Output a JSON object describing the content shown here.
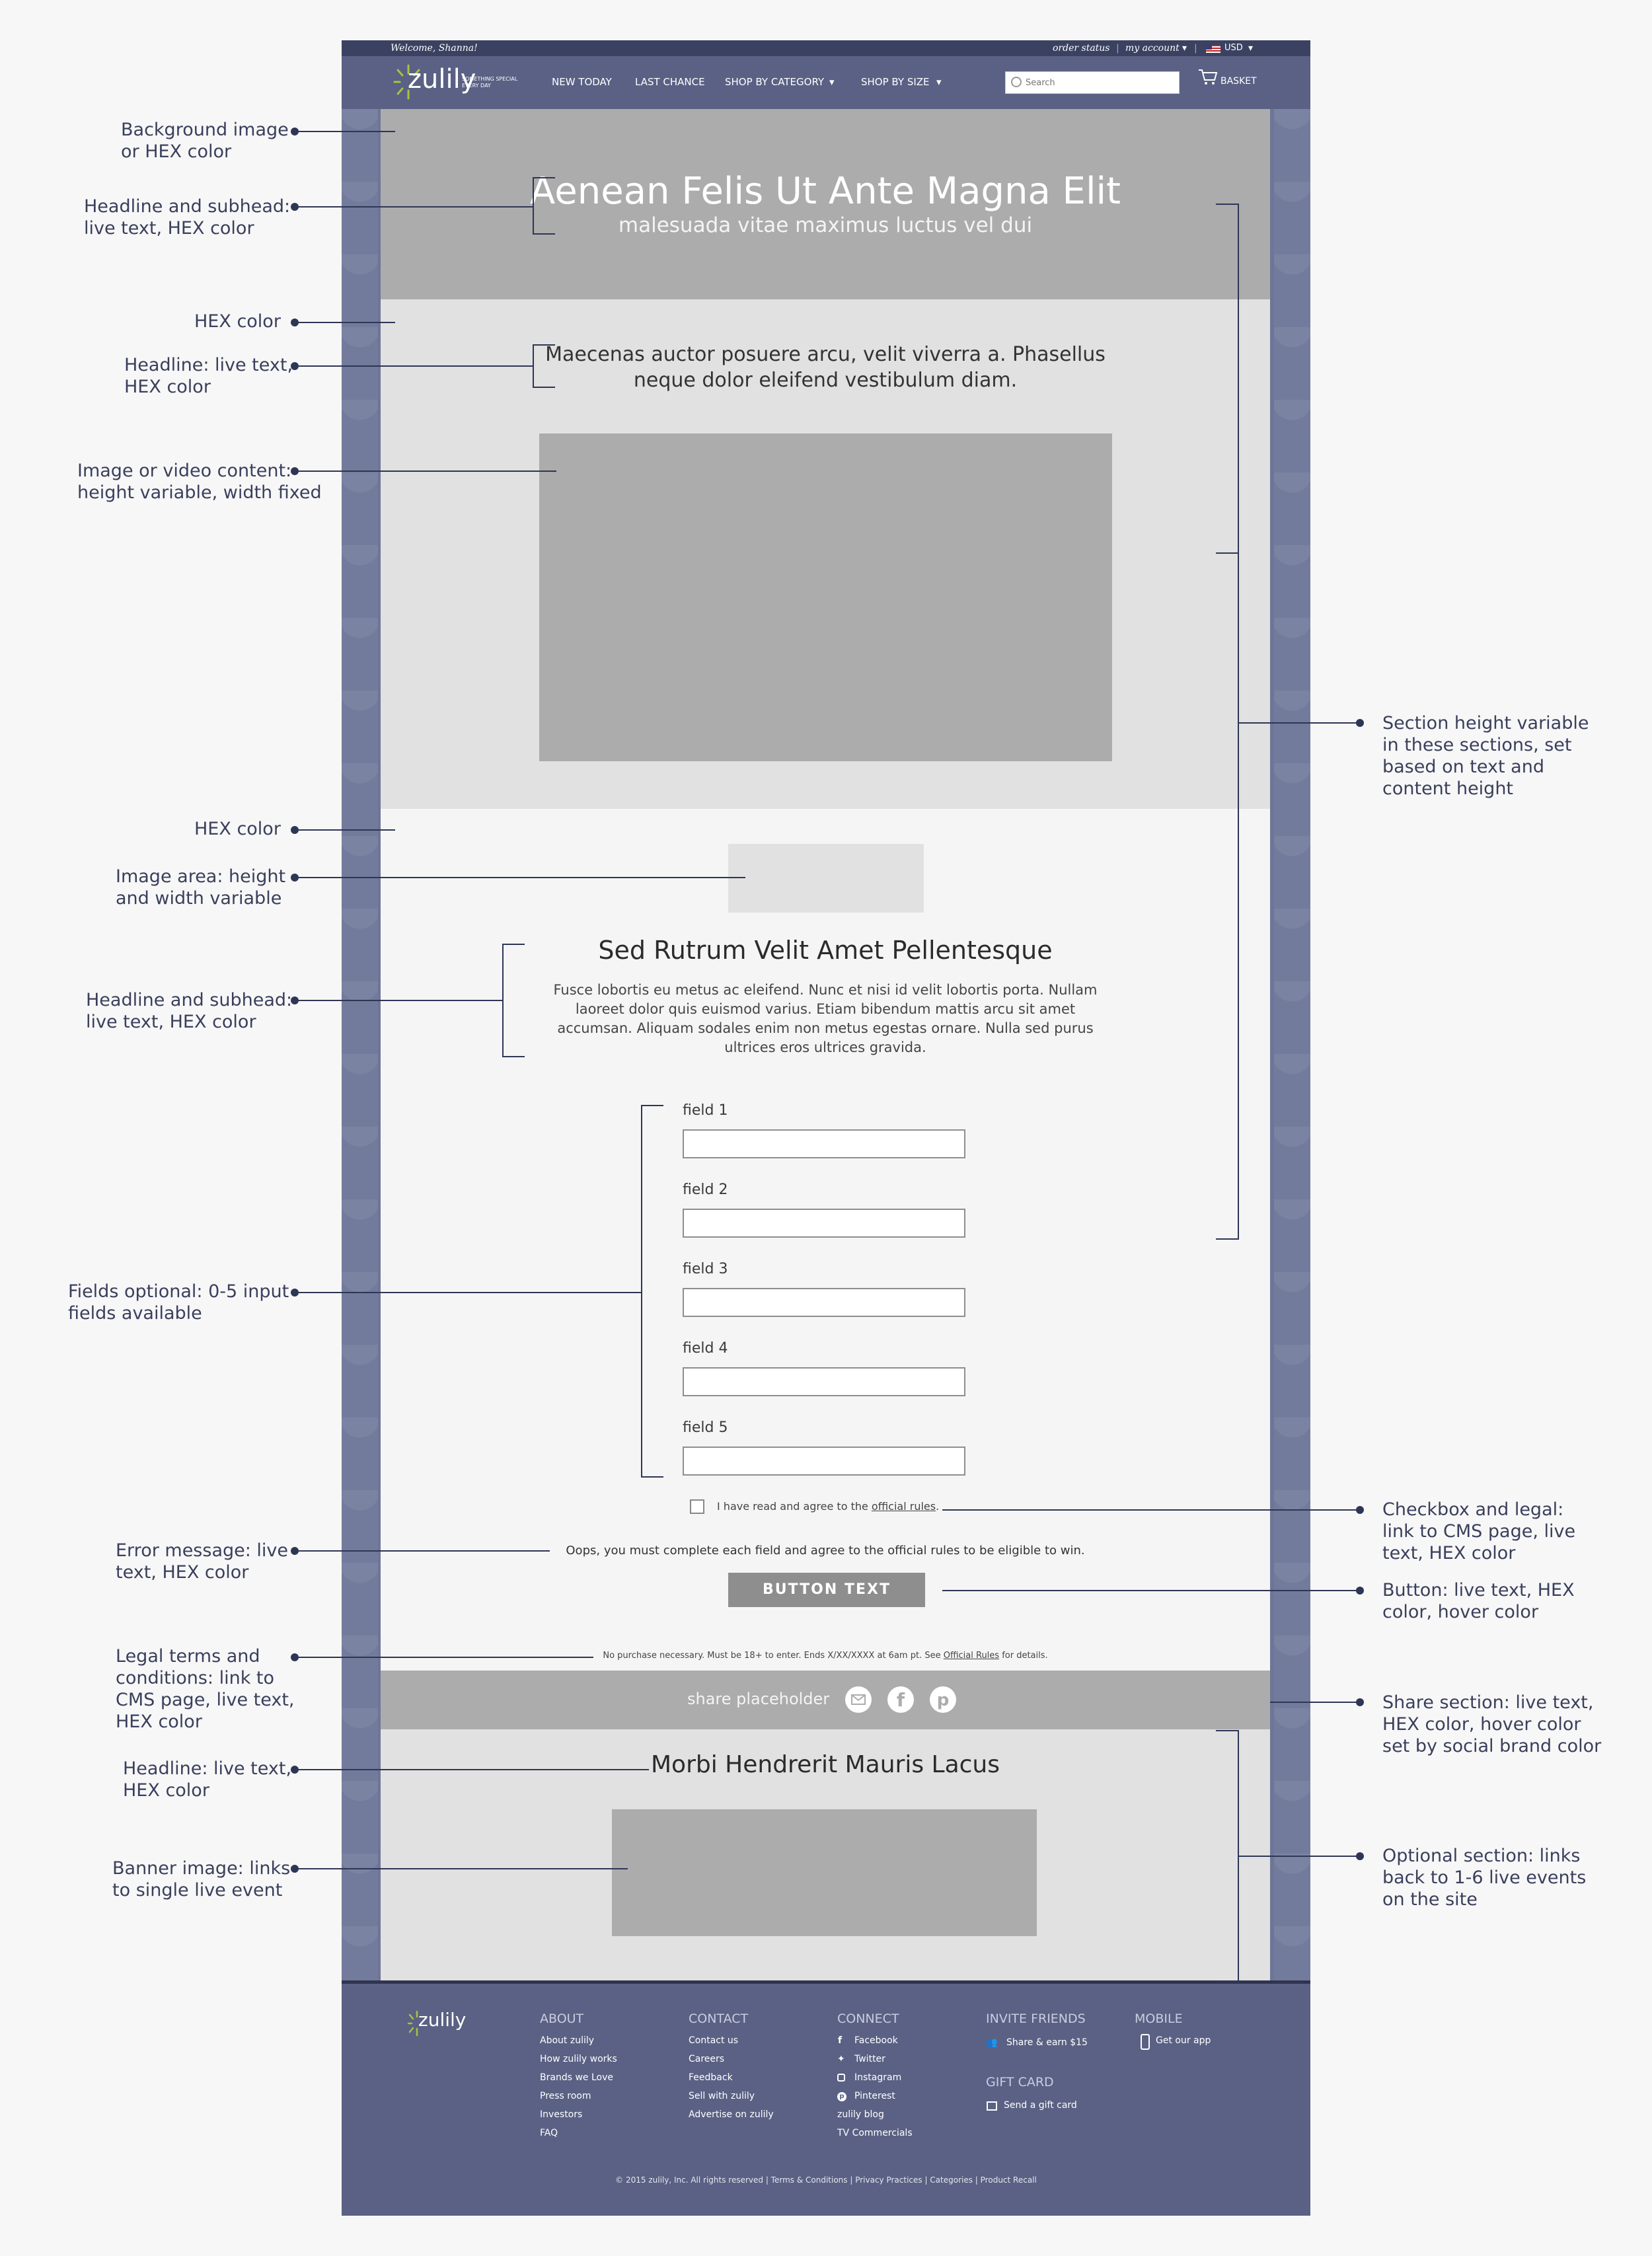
{
  "header": {
    "welcome": "Welcome, Shanna!",
    "order_status": "order status",
    "my_account": "my account",
    "currency": "USD",
    "logo": "zulily",
    "tagline_1": "SOMETHING SPECIAL",
    "tagline_2": "EVERY DAY",
    "nav": [
      "NEW TODAY",
      "LAST CHANCE",
      "SHOP BY CATEGORY",
      "SHOP BY SIZE"
    ],
    "search_placeholder": "Search",
    "basket": "BASKET"
  },
  "hero": {
    "headline": "Aenean Felis Ut Ante Magna Elit",
    "subhead": "malesuada vitae maximus luctus vel dui"
  },
  "section2": {
    "headline_line1": "Maecenas auctor posuere arcu, velit viverra a. Phasellus",
    "headline_line2": "neque dolor eleifend vestibulum diam."
  },
  "section3": {
    "headline": "Sed Rutrum Velit Amet Pellentesque",
    "body": [
      "Fusce lobortis eu metus ac eleifend. Nunc et nisi id velit lobortis porta. Nullam",
      "laoreet dolor quis euismod varius. Etiam bibendum mattis arcu sit amet",
      "accumsan. Aliquam sodales enim non metus egestas ornare. Nulla sed purus",
      "ultrices eros ultrices gravida."
    ],
    "fields": [
      "field 1",
      "field 2",
      "field 3",
      "field 4",
      "field 5"
    ],
    "checkbox_text": "I have read and agree to the",
    "checkbox_link": "official rules",
    "checkbox_end": ".",
    "error": "Oops, you must complete each field and agree to the official rules to be eligible to win.",
    "button": "BUTTON TEXT",
    "legal_start": "No purchase necessary. Must be 18+ to enter. Ends X/XX/XXXX at 6am pt. See",
    "legal_link": "Official Rules",
    "legal_end": "for details."
  },
  "share": {
    "label": "share placeholder"
  },
  "section5": {
    "headline": "Morbi Hendrerit Mauris Lacus"
  },
  "footer": {
    "logo": "zulily",
    "about": {
      "title": "ABOUT",
      "links": [
        "About zulily",
        "How zulily works",
        "Brands we Love",
        "Press room",
        "Investors",
        "FAQ"
      ]
    },
    "contact": {
      "title": "CONTACT",
      "links": [
        "Contact us",
        "Careers",
        "Feedback",
        "Sell with zulily",
        "Advertise on zulily"
      ]
    },
    "connect": {
      "title": "CONNECT",
      "links": [
        "Facebook",
        "Twitter",
        "Instagram",
        "Pinterest",
        "zulily blog",
        "TV Commercials"
      ]
    },
    "invite": {
      "title": "INVITE FRIENDS",
      "link": "Share & earn $15"
    },
    "gift": {
      "title": "GIFT CARD",
      "link": "Send a gift card"
    },
    "mobile": {
      "title": "MOBILE",
      "link": "Get our app"
    },
    "copyright": "© 2015 zulily, Inc. All rights reserved | Terms & Conditions | Privacy Practices | Categories | Product Recall"
  },
  "annotations": {
    "left": [
      [
        "Background image",
        "or HEX color"
      ],
      [
        "Headline and subhead:",
        "live text, HEX color"
      ],
      [
        "HEX color"
      ],
      [
        "Headline: live text,",
        "HEX color"
      ],
      [
        "Image or video content:",
        "height variable, width fixed"
      ],
      [
        "HEX color"
      ],
      [
        "Image area: height",
        "and width variable"
      ],
      [
        "Headline and subhead:",
        "live text, HEX color"
      ],
      [
        "Fields optional: 0-5 input",
        "fields available"
      ],
      [
        "Error message: live",
        "text, HEX color"
      ],
      [
        "Legal terms and",
        "conditions: link to",
        "CMS page, live text,",
        "HEX color"
      ],
      [
        "Headline: live text,",
        "HEX color"
      ],
      [
        "Banner image: links",
        "to single live event"
      ]
    ],
    "right": [
      [
        "Section height variable",
        "in these sections, set",
        "based on text and",
        "content height"
      ],
      [
        "Checkbox and legal:",
        "link to CMS page, live",
        "text, HEX color"
      ],
      [
        "Button: live text, HEX",
        "color, hover color"
      ],
      [
        "Share section: live text,",
        "HEX color, hover color",
        "set by social brand color"
      ],
      [
        "Optional section: links",
        "back to 1-6 live events",
        "on the site"
      ]
    ]
  },
  "colors": {
    "navy": "#2d3655",
    "nav": "#5a6184",
    "topbar": "#3b4261",
    "placeholder": "#acacac",
    "light": "#e1e1e1"
  }
}
